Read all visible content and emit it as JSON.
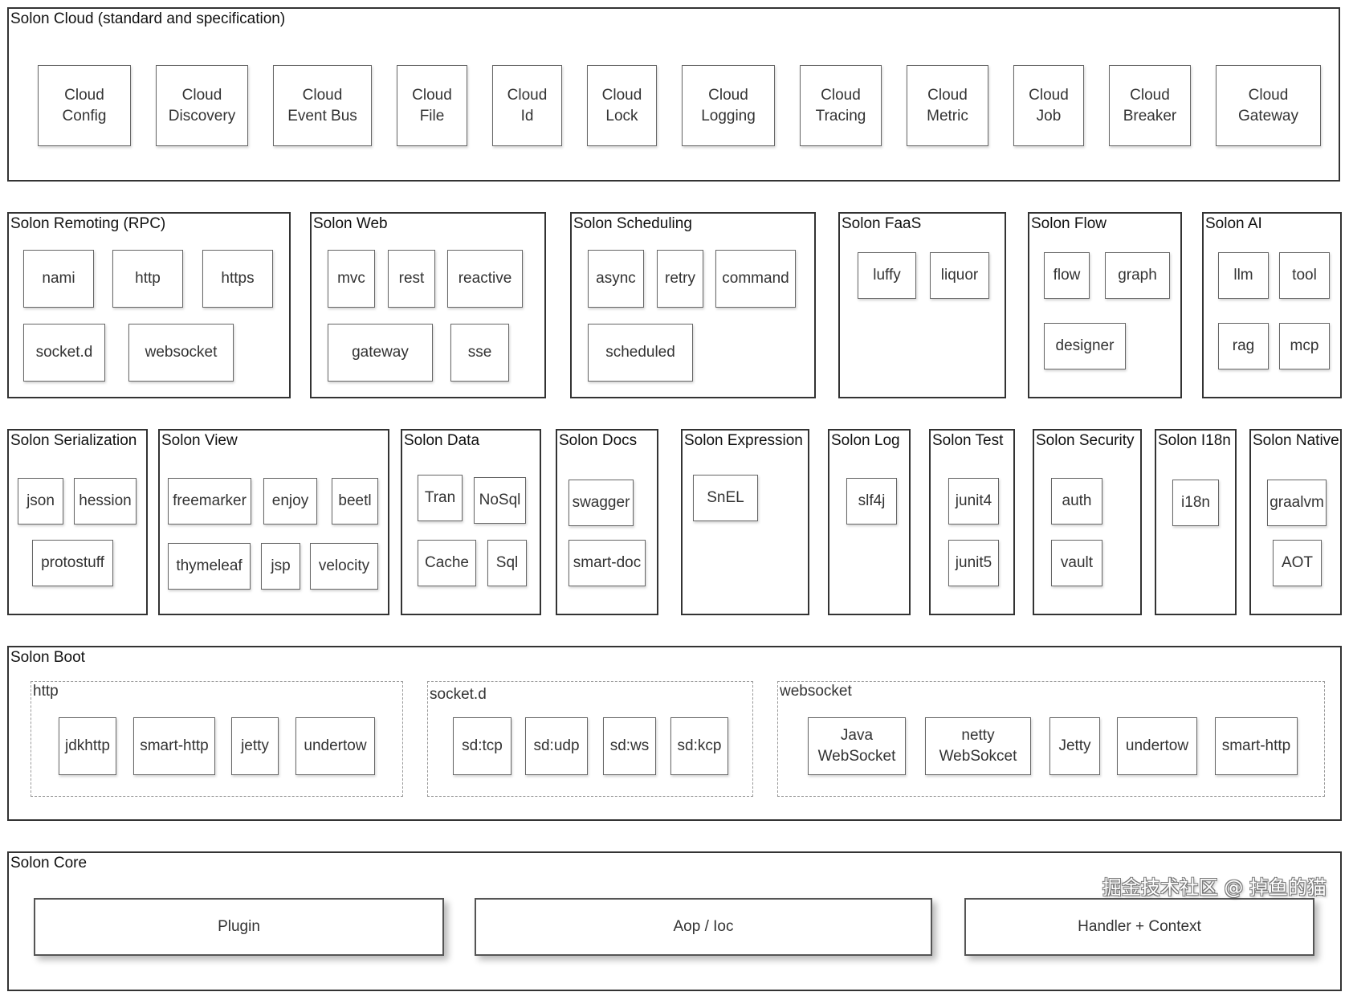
{
  "cloud": {
    "title": "Solon Cloud (standard and specification)",
    "items": [
      "Cloud\nConfig",
      "Cloud\nDiscovery",
      "Cloud\nEvent Bus",
      "Cloud\nFile",
      "Cloud\nId",
      "Cloud\nLock",
      "Cloud\nLogging",
      "Cloud\nTracing",
      "Cloud\nMetric",
      "Cloud\nJob",
      "Cloud\nBreaker",
      "Cloud\nGateway"
    ]
  },
  "remoting": {
    "title": "Solon Remoting (RPC)",
    "items": [
      "nami",
      "http",
      "https",
      "socket.d",
      "websocket"
    ]
  },
  "web": {
    "title": "Solon Web",
    "items": [
      "mvc",
      "rest",
      "reactive",
      "gateway",
      "sse"
    ]
  },
  "scheduling": {
    "title": "Solon Scheduling",
    "items": [
      "async",
      "retry",
      "command",
      "scheduled"
    ]
  },
  "faas": {
    "title": "Solon FaaS",
    "items": [
      "luffy",
      "liquor"
    ]
  },
  "flow": {
    "title": "Solon Flow",
    "items": [
      "flow",
      "graph",
      "designer"
    ]
  },
  "ai": {
    "title": "Solon AI",
    "items": [
      "llm",
      "tool",
      "rag",
      "mcp"
    ]
  },
  "serialization": {
    "title": "Solon Serialization",
    "items": [
      "json",
      "hession",
      "protostuff"
    ]
  },
  "view": {
    "title": "Solon View",
    "items": [
      "freemarker",
      "enjoy",
      "beetl",
      "thymeleaf",
      "jsp",
      "velocity"
    ]
  },
  "data": {
    "title": "Solon Data",
    "items": [
      "Tran",
      "NoSql",
      "Cache",
      "Sql"
    ]
  },
  "docs": {
    "title": "Solon Docs",
    "items": [
      "swagger",
      "smart-doc"
    ]
  },
  "expression": {
    "title": "Solon Expression",
    "items": [
      "SnEL"
    ]
  },
  "log": {
    "title": "Solon Log",
    "items": [
      "slf4j"
    ]
  },
  "test": {
    "title": "Solon Test",
    "items": [
      "junit4",
      "junit5"
    ]
  },
  "security": {
    "title": "Solon Security",
    "items": [
      "auth",
      "vault"
    ]
  },
  "i18n": {
    "title": "Solon I18n",
    "items": [
      "i18n"
    ]
  },
  "native": {
    "title": "Solon Native",
    "items": [
      "graalvm",
      "AOT"
    ]
  },
  "boot": {
    "title": "Solon Boot",
    "http": {
      "title": "http",
      "items": [
        "jdkhttp",
        "smart-http",
        "jetty",
        "undertow"
      ]
    },
    "socketd": {
      "title": "socket.d",
      "items": [
        "sd:tcp",
        "sd:udp",
        "sd:ws",
        "sd:kcp"
      ]
    },
    "websocket": {
      "title": "websocket",
      "items": [
        "Java\nWebSocket",
        "netty\nWebSokcet",
        "Jetty",
        "undertow",
        "smart-http"
      ]
    }
  },
  "core": {
    "title": "Solon Core",
    "items": [
      "Plugin",
      "Aop / Ioc",
      "Handler + Context"
    ]
  },
  "watermark": "掘金技术社区 @ 掉鱼的猫"
}
